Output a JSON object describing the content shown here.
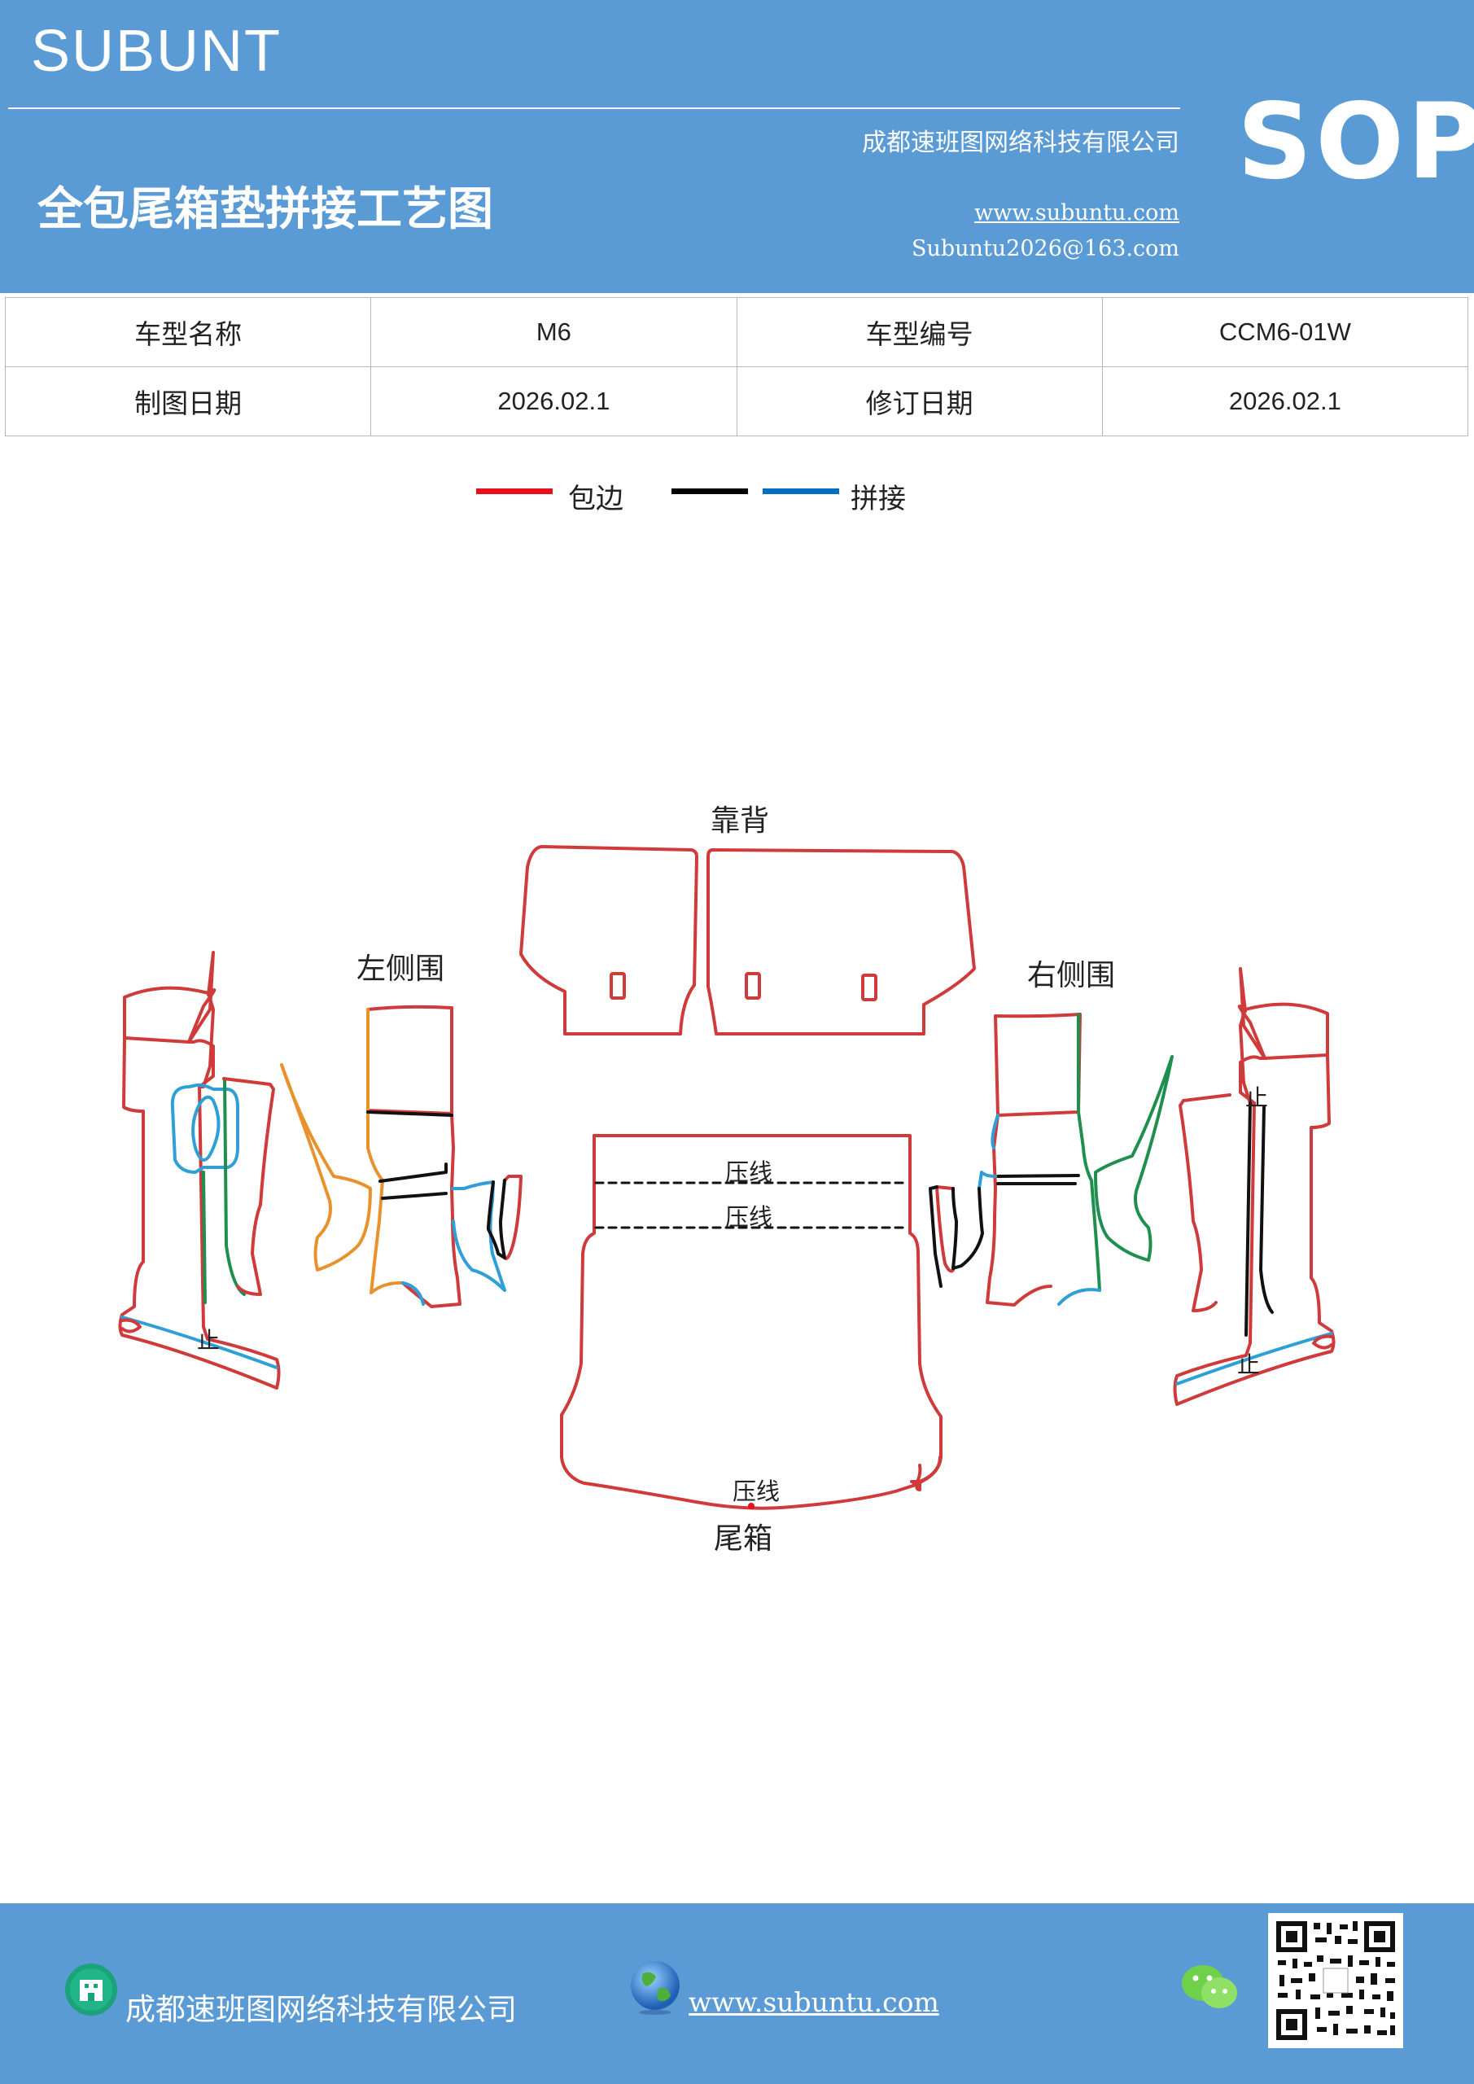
{
  "header": {
    "brand": "SUBUNT",
    "company": "成都速班图网络科技有限公司",
    "badge": "SOP",
    "title": "全包尾箱垫拼接工艺图",
    "website": "www.subuntu.com",
    "email": "Subuntu2026@163.com"
  },
  "info_table": {
    "rows": [
      [
        "车型名称",
        "M6",
        "车型编号",
        "CCM6-01W"
      ],
      [
        "制图日期",
        "2026.02.1",
        "修订日期",
        "2026.02.1"
      ]
    ]
  },
  "legend": {
    "items": [
      {
        "label": "包边",
        "colors": [
          "#e8111a"
        ]
      },
      {
        "label": "拼接",
        "colors": [
          "#000000",
          "#0070c0"
        ]
      }
    ]
  },
  "diagram": {
    "labels": {
      "backrest": "靠背",
      "left_side": "左侧围",
      "right_side": "右侧围",
      "trunk": "尾箱",
      "press_line_1": "压线",
      "press_line_2": "压线",
      "press_line_3": "压线",
      "mark_left": "止",
      "mark_right_top": "止",
      "mark_right_bottom": "止"
    },
    "colors": {
      "edge": "#cf3a3a",
      "orange": "#e8922e",
      "green": "#1e8f4e",
      "blue": "#2f9fd8",
      "black": "#111111"
    }
  },
  "footer": {
    "company": "成都速班图网络科技有限公司",
    "website": "www.subuntu.com",
    "icons": [
      "building-icon",
      "globe-icon",
      "wechat-icon",
      "qr-code"
    ]
  }
}
